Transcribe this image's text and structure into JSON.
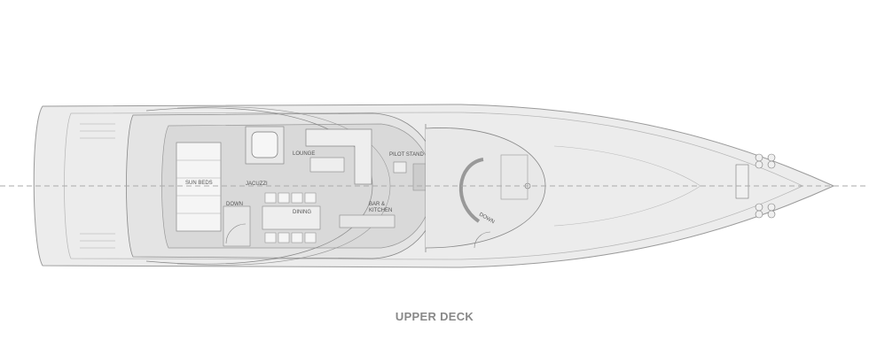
{
  "plan": {
    "caption": "UPPER DECK",
    "labels": {
      "sun_beds": "SUN BEDS",
      "jacuzzi": "JACUZZI",
      "lounge": "LOUNGE",
      "pilot_stand": "PILOT STAND",
      "down_aft": "DOWN",
      "dining": "DINING",
      "bar_kitchen_1": "BAR &",
      "bar_kitchen_2": "KITCHEN",
      "down_fwd": "DOWN"
    }
  },
  "colors": {
    "hull": "#ececec",
    "deck": "#d9d9d9",
    "line": "#9a9a9a",
    "caption": "#888888"
  }
}
